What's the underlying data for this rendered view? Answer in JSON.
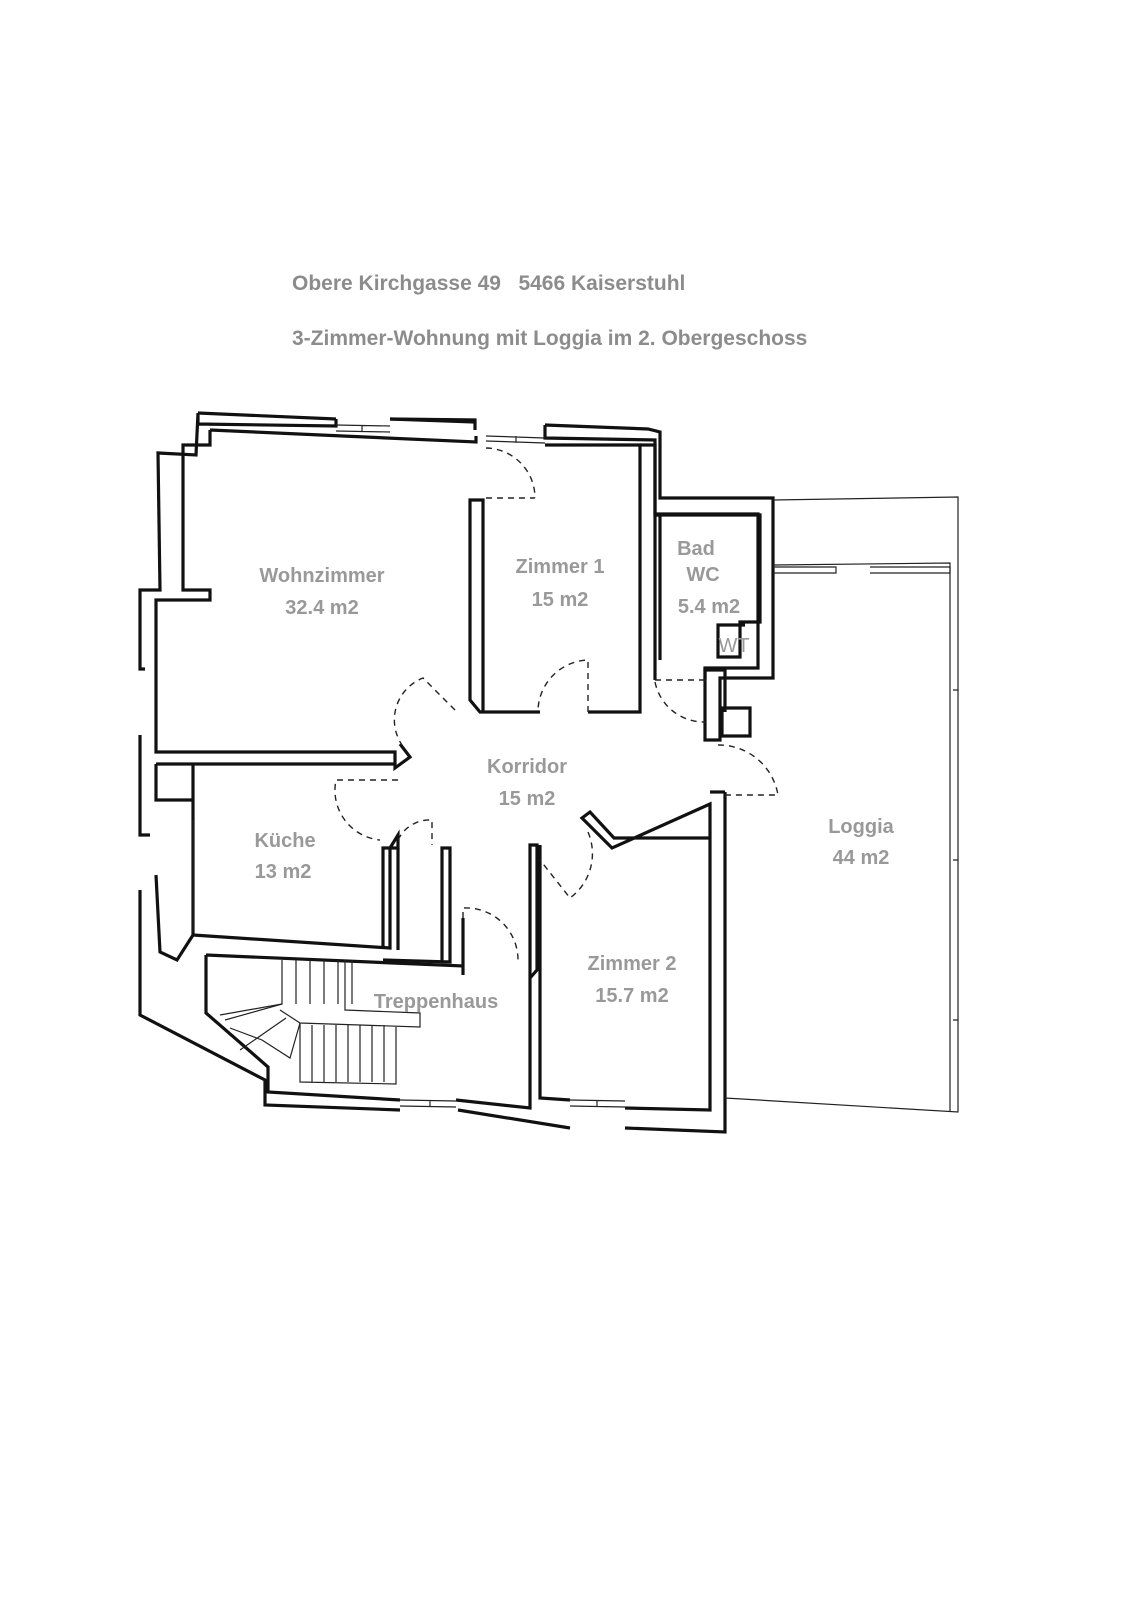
{
  "header": {
    "address": "Obere Kirchgasse 49   5466 Kaiserstuhl",
    "subtitle": "3-Zimmer-Wohnung mit Loggia im 2. Obergeschoss"
  },
  "rooms": {
    "wohnzimmer": {
      "name": "Wohnzimmer",
      "area": "32.4 m2"
    },
    "zimmer1": {
      "name": "Zimmer 1",
      "area": "15 m2"
    },
    "bad": {
      "name1": "Bad",
      "name2": "WC",
      "area": "5.4 m2"
    },
    "wt": {
      "name": "WT"
    },
    "korridor": {
      "name": "Korridor",
      "area": "15 m2"
    },
    "kueche": {
      "name": "Küche",
      "area": "13 m2"
    },
    "treppenhaus": {
      "name": "Treppenhaus"
    },
    "zimmer2": {
      "name": "Zimmer 2",
      "area": "15.7 m2"
    },
    "loggia": {
      "name": "Loggia",
      "area": "44 m2"
    }
  }
}
